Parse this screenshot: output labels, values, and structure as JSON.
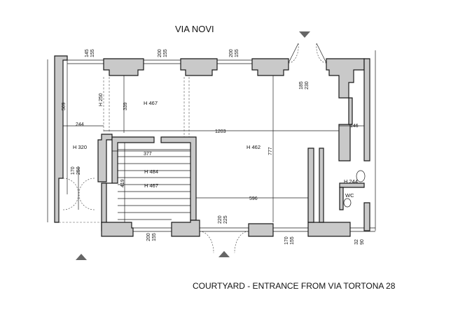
{
  "street_top": "VIA NOVI",
  "footer": "COURTYARD - ENTRANCE FROM VIA TORTONA 28",
  "room_heights": {
    "h467_a": "H 467",
    "h320": "H 320",
    "h484": "H 484",
    "h467_b": "H 467",
    "h462": "H 462",
    "h244": "H 244",
    "h250": "H 250"
  },
  "wc": "WC",
  "dimensions": {
    "d145": "145",
    "d155a": "155",
    "d200a": "200",
    "d155b": "155",
    "d200b": "200",
    "d155c": "155",
    "d185": "185",
    "d230": "230",
    "d509": "509",
    "d339": "339",
    "d244": "244",
    "d1203": "1203",
    "d146": "146",
    "d377": "377",
    "d419": "419",
    "d777": "777",
    "d170a": "170",
    "d250": "250",
    "d596": "596",
    "d200c": "200",
    "d155d": "155",
    "d220": "220",
    "d225": "225",
    "d170b": "170",
    "d155e": "155",
    "d32": "32",
    "d90": "90"
  }
}
